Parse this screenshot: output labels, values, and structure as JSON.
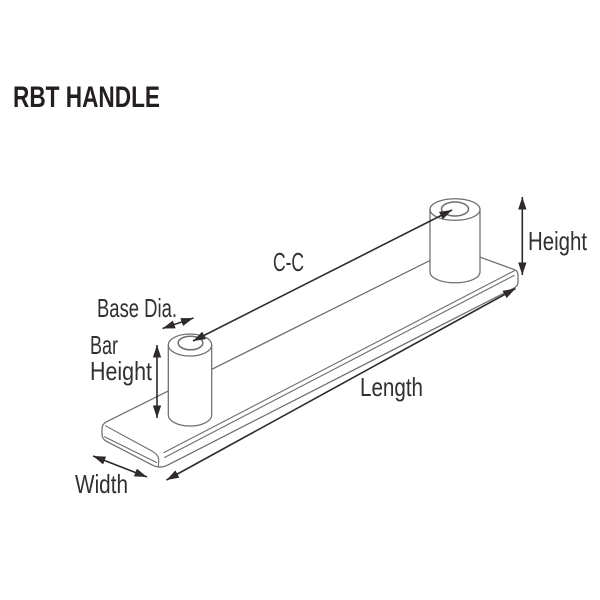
{
  "title": "RBT HANDLE",
  "diagram": {
    "description": "Isometric line drawing of an RBT handle: a long flat bar with two cylindrical mounting posts, annotated with dimension arrows",
    "labels": {
      "cc": "C-C",
      "height": "Height",
      "bar_line1": "Bar",
      "bar_line2": "Height",
      "base_dia": "Base Dia.",
      "length": "Length",
      "width": "Width"
    },
    "colors": {
      "background": "#ffffff",
      "outline_gray": "#6d6e71",
      "dimension_dark": "#2e2a2b",
      "title_color": "#231f20"
    }
  }
}
